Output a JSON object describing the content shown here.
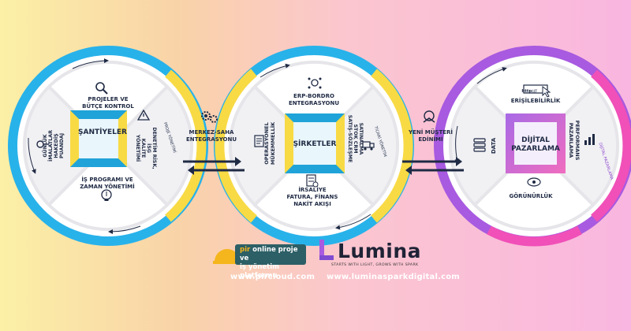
{
  "circles": {
    "santiyeler": {
      "center_title": "ŞANTİYELER",
      "items": {
        "top": [
          "PROJELER VE",
          "BÜTÇE KONTROL"
        ],
        "left": [
          "GÜNLÜK",
          "İMALATLAR",
          "HAKEDİŞ",
          "PUANDAJ"
        ],
        "right": [
          "DENETİM RİSK,",
          "İSG",
          "KALİTE",
          "YÖNETİMİ"
        ],
        "bottom": [
          "İŞ PROGRAMI VE",
          "ZAMAN YÖNETİMİ"
        ]
      },
      "ring_label": "PROJE YÖNETİMİ"
    },
    "sirketler": {
      "center_title": "ŞİRKETLER",
      "items": {
        "top": [
          "ERP-BORDRO",
          "ENTEGRASYONU"
        ],
        "left": [
          "OPERASYONEL",
          "MÜKEMMELLİK"
        ],
        "right": [
          "SATINALMA",
          "STOK CRM",
          "SATIŞ-SÖZLEŞME"
        ],
        "bottom": [
          "İRSALİYE",
          "FATURA, FİNANS",
          "NAKİT AKIŞI"
        ]
      },
      "ring_label": "TİCARİ YÖNETİM"
    },
    "dijital": {
      "center_title_line1": "DİJİTAL",
      "center_title_line2": "PAZARLAMA",
      "items": {
        "top": "ERİŞİLEBİLİRLİK",
        "left": "DATA",
        "right": [
          "PERFORMANS",
          "PAZARLAMA"
        ],
        "bottom": "GÖRÜNÜRLÜK"
      },
      "url_bar_text": "http://",
      "ring_label": "DİJİTAL PAZARLAMA"
    }
  },
  "connectors": {
    "left_label": [
      "MERKEZ-SAHA",
      "ENTEGRASYONU"
    ],
    "right_label": [
      "YENİ MÜŞTERİ",
      "EDİNİMİ"
    ]
  },
  "footer": {
    "pir_line1_prefix": "pir",
    "pir_line1_rest": "online proje ve",
    "pir_line2": "iş yönetim platformu",
    "pir_url": "www.pircloud.com",
    "lumina_name": "Lumina",
    "lumina_tagline": "STARTS WITH LIGHT, GROWS WITH SPARK",
    "lumina_url": "www.luminasparkdigital.com"
  },
  "colors": {
    "blue": "#28b2ea",
    "yellow": "#f8da45",
    "purple": "#a85ae0",
    "pink": "#f050b8",
    "navy": "#1f2a44"
  },
  "icons": [
    "search-icon",
    "gears-icon",
    "handshake-icon",
    "lightbulb-icon",
    "network-icon",
    "truck-icon",
    "invoice-icon",
    "document-icon",
    "browser-icon",
    "cursor-icon",
    "growth-chart-icon",
    "eye-icon",
    "database-icon",
    "hardhat-icon"
  ]
}
